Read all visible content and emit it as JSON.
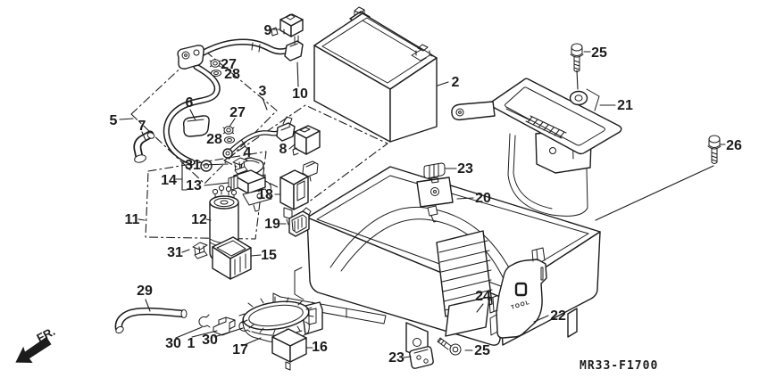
{
  "colors": {
    "line": "#1c1c1c",
    "background": "#ffffff"
  },
  "footer": {
    "code": "MR33-F1700"
  },
  "arrow": {
    "label": "FR."
  },
  "lid": {
    "label": "TOOL"
  },
  "callouts": [
    {
      "label": "5"
    },
    {
      "label": "7"
    },
    {
      "label": "6"
    },
    {
      "label": "9"
    },
    {
      "label": "27"
    },
    {
      "label": "28"
    },
    {
      "label": "27"
    },
    {
      "label": "28"
    },
    {
      "label": "3"
    },
    {
      "label": "10"
    },
    {
      "label": "4"
    },
    {
      "label": "8"
    },
    {
      "label": "2"
    },
    {
      "label": "25"
    },
    {
      "label": "21"
    },
    {
      "label": "26"
    },
    {
      "label": "23"
    },
    {
      "label": "20"
    },
    {
      "label": "31"
    },
    {
      "label": "14"
    },
    {
      "label": "13"
    },
    {
      "label": "18"
    },
    {
      "label": "12"
    },
    {
      "label": "11"
    },
    {
      "label": "19"
    },
    {
      "label": "31"
    },
    {
      "label": "15"
    },
    {
      "label": "29"
    },
    {
      "label": "30"
    },
    {
      "label": "1"
    },
    {
      "label": "30"
    },
    {
      "label": "17"
    },
    {
      "label": "16"
    },
    {
      "label": "23"
    },
    {
      "label": "25"
    },
    {
      "label": "24"
    },
    {
      "label": "22"
    }
  ]
}
